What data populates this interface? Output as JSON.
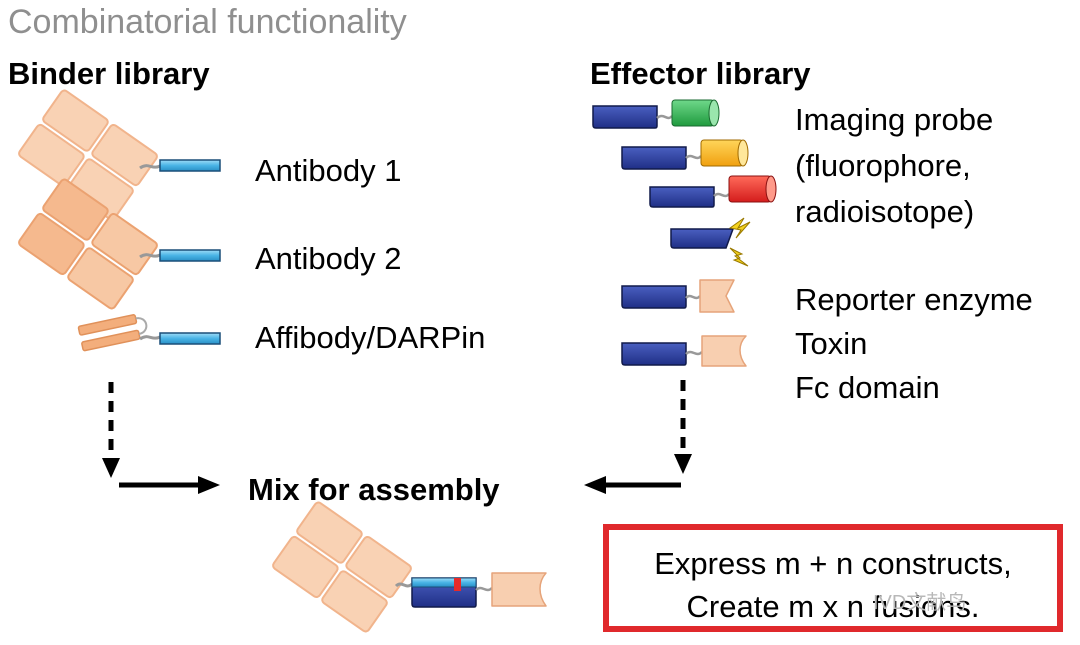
{
  "title": "Combinatorial functionality",
  "binder": {
    "title": "Binder library",
    "items": [
      "Antibody 1",
      "Antibody 2",
      "Affibody/DARPin"
    ]
  },
  "effector": {
    "title": "Effector library",
    "imaging_lines": [
      "Imaging probe",
      "(fluorophore,",
      "radioisotope)"
    ],
    "other_items": [
      "Reporter enzyme",
      "Toxin",
      "Fc domain"
    ]
  },
  "mix_label": "Mix for assembly",
  "result": {
    "line1": "Express m + n constructs,",
    "line2": "Create m x n fusions."
  },
  "watermark": "IVD文献鸟",
  "colors": {
    "title_gray": "#8f8f8f",
    "binder_peach": "#f7c8a4",
    "binder_peach_dark": "#f5b080",
    "tag_blue": "#49b4e6",
    "effector_navy": "#2a3f9e",
    "probe_green": "#2bb24c",
    "probe_orange": "#f7b419",
    "probe_red": "#e62a2a",
    "bolt_yellow": "#f4d21e",
    "box_red": "#e0292c"
  }
}
